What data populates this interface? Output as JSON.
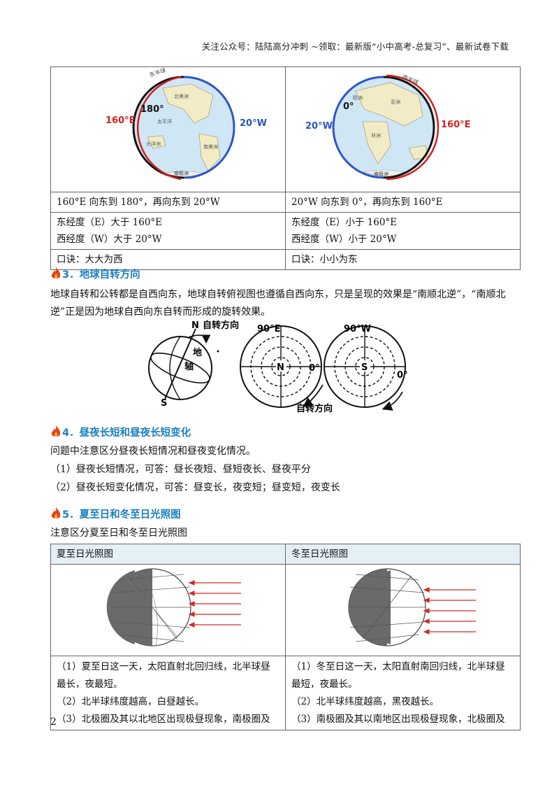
{
  "header": "关注公众号：陆陆高分冲刺 ~领取：最新版“小中高考-总复习”、最新试卷下载",
  "table1": {
    "left_globe": {
      "left_label": "160°E",
      "center_label": "180°",
      "right_label": "20°W",
      "map_labels": [
        "东半球",
        "北美洲",
        "太平洋",
        "南美洲",
        "大洋洲",
        "南极洲"
      ]
    },
    "right_globe": {
      "left_label": "20°W",
      "center_label": "0°",
      "right_label": "160°E",
      "map_labels": [
        "西半球",
        "欧洲",
        "亚洲",
        "非洲",
        "南极洲"
      ]
    },
    "rows": [
      [
        "160°E 向东到 180°，再向东到 20°W",
        "20°W 向东到 0°，再向东到 160°E"
      ],
      [
        [
          "东经度（E）大于 160°E",
          "西经度（W）大于 20°W"
        ],
        [
          "东经度（E）小于 160°E",
          "西经度（W）小于 20°W"
        ]
      ],
      [
        "口诀：大大为西",
        "口诀：小小为东"
      ]
    ]
  },
  "section3": {
    "title": "3．地球自转方向",
    "paragraph": "地球自转和公转都是自西向东，地球自转俯视图也遵循自西向东，只是呈现的效果是“南顺北逆”，“南顺北逆”正是因为地球自西向东自转而形成的旋转效果。",
    "diagram": {
      "north": "N",
      "south": "S",
      "axis_chars": [
        "地",
        "轴"
      ],
      "rotation_label": "自转方向",
      "polar_n": {
        "top": "90°E",
        "center": "N",
        "right": "0°"
      },
      "polar_s": {
        "top": "90°W",
        "center": "S",
        "right": "0°"
      }
    }
  },
  "section4": {
    "title": "4．昼夜长短和昼夜长短变化",
    "lines": [
      "问题中注意区分昼夜长短情况和昼夜变化情况。",
      "（1）昼夜长短情况，可答：昼长夜短、昼短夜长、昼夜平分",
      "（2）昼夜长短变化情况，可答：昼变长，夜变短；昼变短，夜变长"
    ]
  },
  "section5": {
    "title": "5．夏至日和冬至日光照图",
    "intro": "注意区分夏至日和冬至日光照图",
    "table": {
      "headers": [
        "夏至日光照图",
        "冬至日光照图"
      ],
      "summer_lines": [
        "（1）夏至日这一天，太阳直射北回归线，北半球昼最长，夜最短。",
        "（2）北半球纬度越高，白昼越长。",
        "（3）北极圈及其以北地区出现极昼现象，南极圈及"
      ],
      "winter_lines": [
        "（1）冬至日这一天，太阳直射南回归线，北半球昼最短，夜最长。",
        "（2）北半球纬度越高，黑夜越长。",
        "（3）南极圈及其以南地区出现极昼现象，北极圈及"
      ]
    }
  },
  "page_number": "2"
}
